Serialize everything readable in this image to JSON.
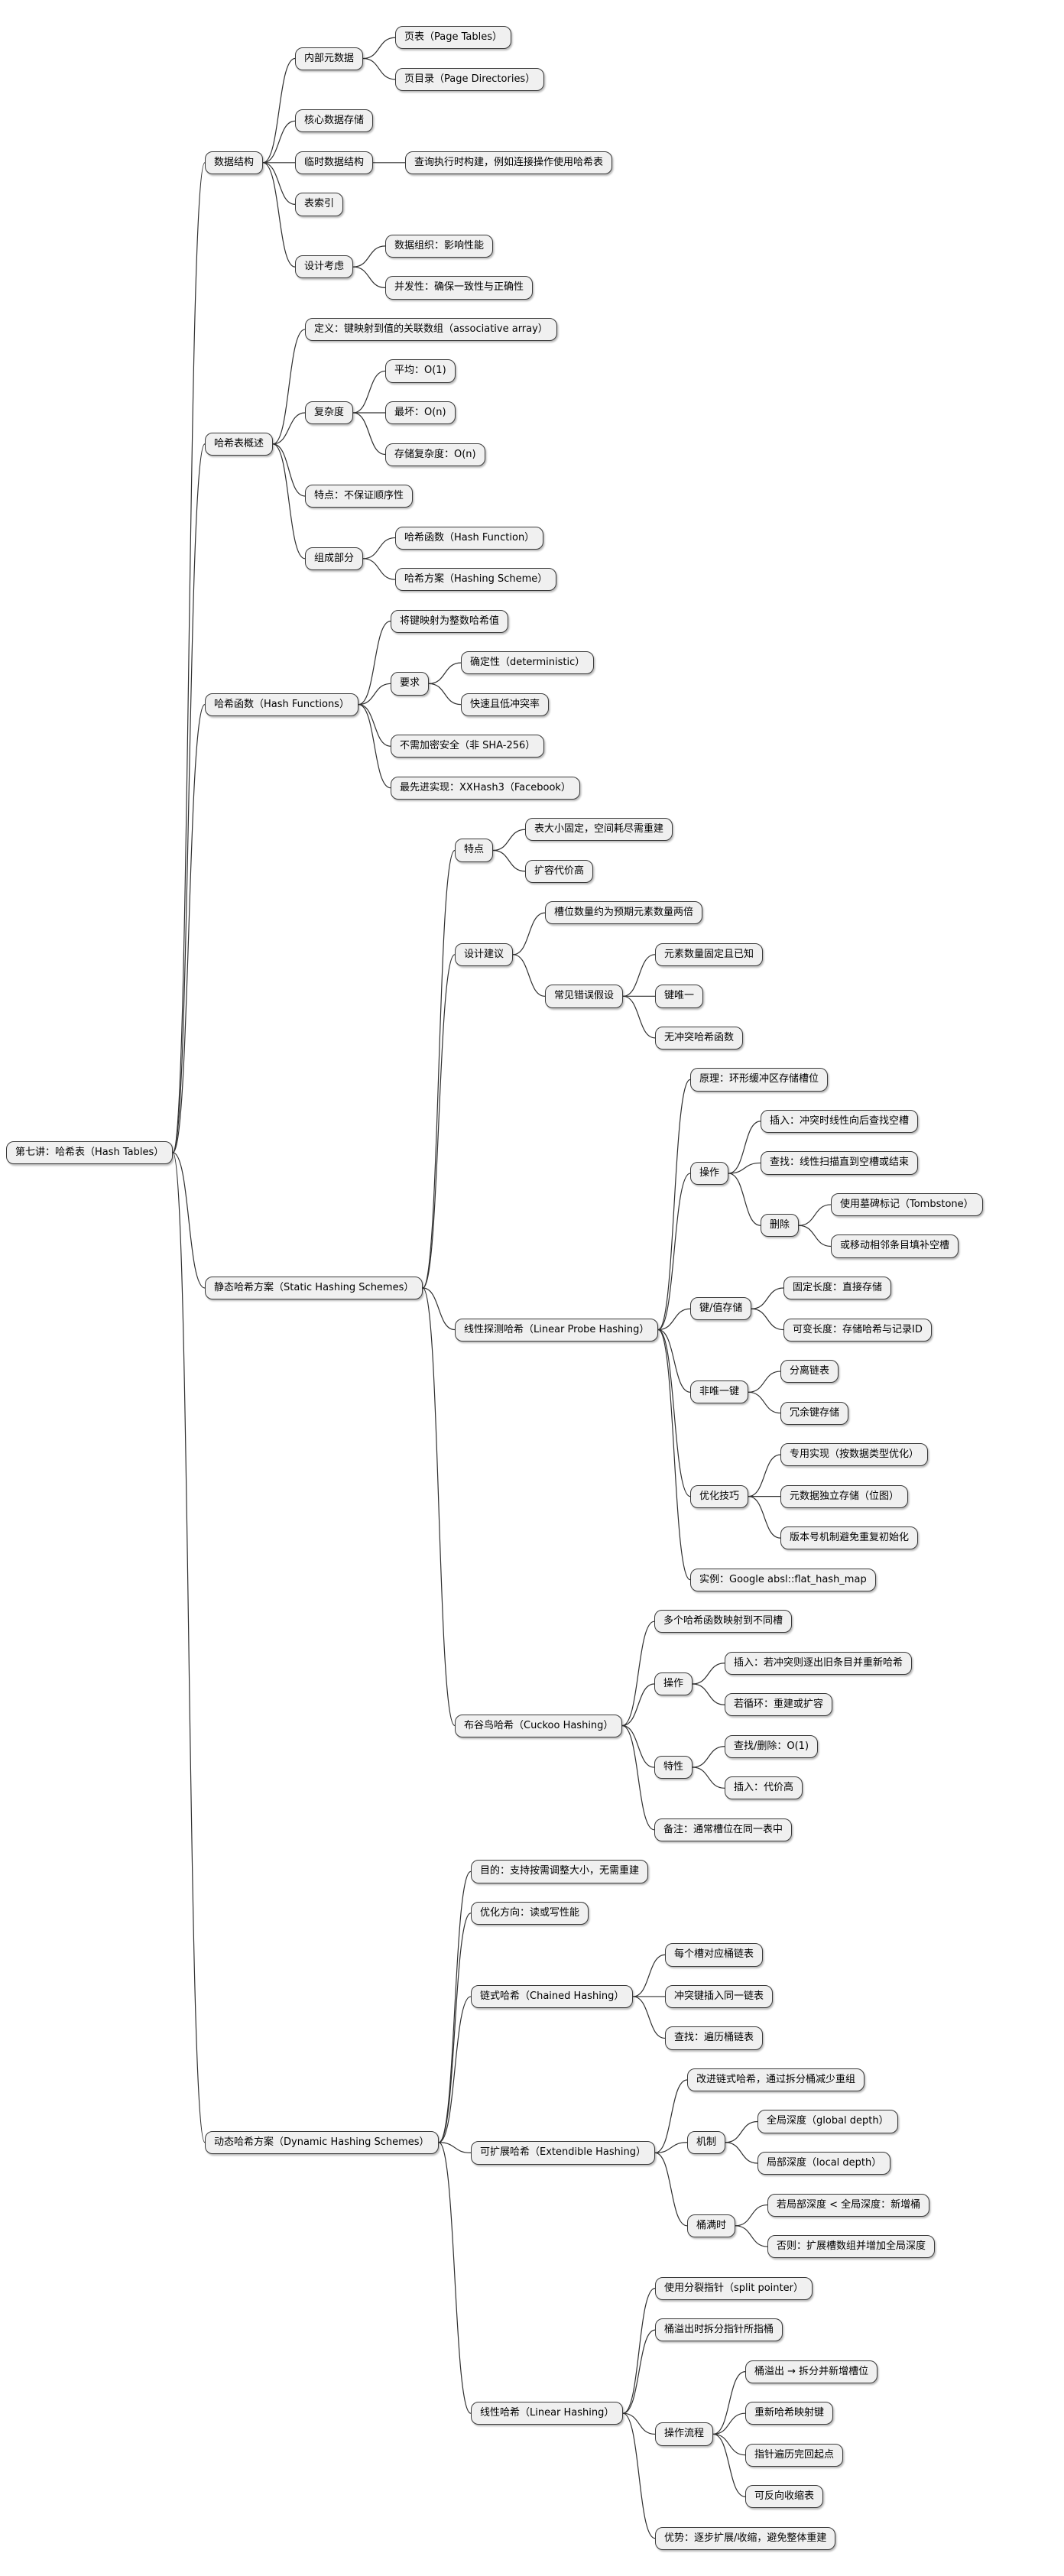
{
  "mindmap": {
    "style": {
      "node_fill": "#f0f0f0",
      "node_border": "#3a3a3a",
      "edge_color": "#303030",
      "text_color": "#000000",
      "background": "#ffffff"
    },
    "root": {
      "label": "第七讲：哈希表（Hash Tables）",
      "children": [
        {
          "label": "数据结构",
          "children": [
            {
              "label": "内部元数据",
              "children": [
                {
                  "label": "页表（Page Tables）"
                },
                {
                  "label": "页目录（Page Directories）"
                }
              ]
            },
            {
              "label": "核心数据存储"
            },
            {
              "label": "临时数据结构",
              "children": [
                {
                  "label": "查询执行时构建，例如连接操作使用哈希表"
                }
              ]
            },
            {
              "label": "表索引"
            },
            {
              "label": "设计考虑",
              "children": [
                {
                  "label": "数据组织：影响性能"
                },
                {
                  "label": "并发性：确保一致性与正确性"
                }
              ]
            }
          ]
        },
        {
          "label": "哈希表概述",
          "children": [
            {
              "label": "定义：键映射到值的关联数组（associative array）"
            },
            {
              "label": "复杂度",
              "children": [
                {
                  "label": "平均：O(1)"
                },
                {
                  "label": "最坏：O(n)"
                },
                {
                  "label": "存储复杂度：O(n)"
                }
              ]
            },
            {
              "label": "特点：不保证顺序性"
            },
            {
              "label": "组成部分",
              "children": [
                {
                  "label": "哈希函数（Hash Function）"
                },
                {
                  "label": "哈希方案（Hashing Scheme）"
                }
              ]
            }
          ]
        },
        {
          "label": "哈希函数（Hash Functions）",
          "children": [
            {
              "label": "将键映射为整数哈希值"
            },
            {
              "label": "要求",
              "children": [
                {
                  "label": "确定性（deterministic）"
                },
                {
                  "label": "快速且低冲突率"
                }
              ]
            },
            {
              "label": "不需加密安全（非 SHA-256）"
            },
            {
              "label": "最先进实现：XXHash3（Facebook）"
            }
          ]
        },
        {
          "label": "静态哈希方案（Static Hashing Schemes）",
          "children": [
            {
              "label": "特点",
              "children": [
                {
                  "label": "表大小固定，空间耗尽需重建"
                },
                {
                  "label": "扩容代价高"
                }
              ]
            },
            {
              "label": "设计建议",
              "children": [
                {
                  "label": "槽位数量约为预期元素数量两倍"
                },
                {
                  "label": "常见错误假设",
                  "children": [
                    {
                      "label": "元素数量固定且已知"
                    },
                    {
                      "label": "键唯一"
                    },
                    {
                      "label": "无冲突哈希函数"
                    }
                  ]
                }
              ]
            },
            {
              "label": "线性探测哈希（Linear Probe Hashing）",
              "children": [
                {
                  "label": "原理：环形缓冲区存储槽位"
                },
                {
                  "label": "操作",
                  "children": [
                    {
                      "label": "插入：冲突时线性向后查找空槽"
                    },
                    {
                      "label": "查找：线性扫描直到空槽或结束"
                    },
                    {
                      "label": "删除",
                      "children": [
                        {
                          "label": "使用墓碑标记（Tombstone）"
                        },
                        {
                          "label": "或移动相邻条目填补空槽"
                        }
                      ]
                    }
                  ]
                },
                {
                  "label": "键/值存储",
                  "children": [
                    {
                      "label": "固定长度：直接存储"
                    },
                    {
                      "label": "可变长度：存储哈希与记录ID"
                    }
                  ]
                },
                {
                  "label": "非唯一键",
                  "children": [
                    {
                      "label": "分离链表"
                    },
                    {
                      "label": "冗余键存储"
                    }
                  ]
                },
                {
                  "label": "优化技巧",
                  "children": [
                    {
                      "label": "专用实现（按数据类型优化）"
                    },
                    {
                      "label": "元数据独立存储（位图）"
                    },
                    {
                      "label": "版本号机制避免重复初始化"
                    }
                  ]
                },
                {
                  "label": "实例：Google absl::flat_hash_map"
                }
              ]
            },
            {
              "label": "布谷鸟哈希（Cuckoo Hashing）",
              "children": [
                {
                  "label": "多个哈希函数映射到不同槽"
                },
                {
                  "label": "操作",
                  "children": [
                    {
                      "label": "插入：若冲突则逐出旧条目并重新哈希"
                    },
                    {
                      "label": "若循环：重建或扩容"
                    }
                  ]
                },
                {
                  "label": "特性",
                  "children": [
                    {
                      "label": "查找/删除：O(1)"
                    },
                    {
                      "label": "插入：代价高"
                    }
                  ]
                },
                {
                  "label": "备注：通常槽位在同一表中"
                }
              ]
            }
          ]
        },
        {
          "label": "动态哈希方案（Dynamic Hashing Schemes）",
          "children": [
            {
              "label": "目的：支持按需调整大小，无需重建"
            },
            {
              "label": "优化方向：读或写性能"
            },
            {
              "label": "链式哈希（Chained Hashing）",
              "children": [
                {
                  "label": "每个槽对应桶链表"
                },
                {
                  "label": "冲突键插入同一链表"
                },
                {
                  "label": "查找：遍历桶链表"
                }
              ]
            },
            {
              "label": "可扩展哈希（Extendible Hashing）",
              "children": [
                {
                  "label": "改进链式哈希，通过拆分桶减少重组"
                },
                {
                  "label": "机制",
                  "children": [
                    {
                      "label": "全局深度（global depth）"
                    },
                    {
                      "label": "局部深度（local depth）"
                    }
                  ]
                },
                {
                  "label": "桶满时",
                  "children": [
                    {
                      "label": "若局部深度 < 全局深度：新增桶"
                    },
                    {
                      "label": "否则：扩展槽数组并增加全局深度"
                    }
                  ]
                }
              ]
            },
            {
              "label": "线性哈希（Linear Hashing）",
              "children": [
                {
                  "label": "使用分裂指针（split pointer）"
                },
                {
                  "label": "桶溢出时拆分指针所指桶"
                },
                {
                  "label": "操作流程",
                  "children": [
                    {
                      "label": "桶溢出 → 拆分并新增槽位"
                    },
                    {
                      "label": "重新哈希映射键"
                    },
                    {
                      "label": "指针遍历完回起点"
                    },
                    {
                      "label": "可反向收缩表"
                    }
                  ]
                },
                {
                  "label": "优势：逐步扩展/收缩，避免整体重建"
                }
              ]
            }
          ]
        }
      ]
    }
  }
}
